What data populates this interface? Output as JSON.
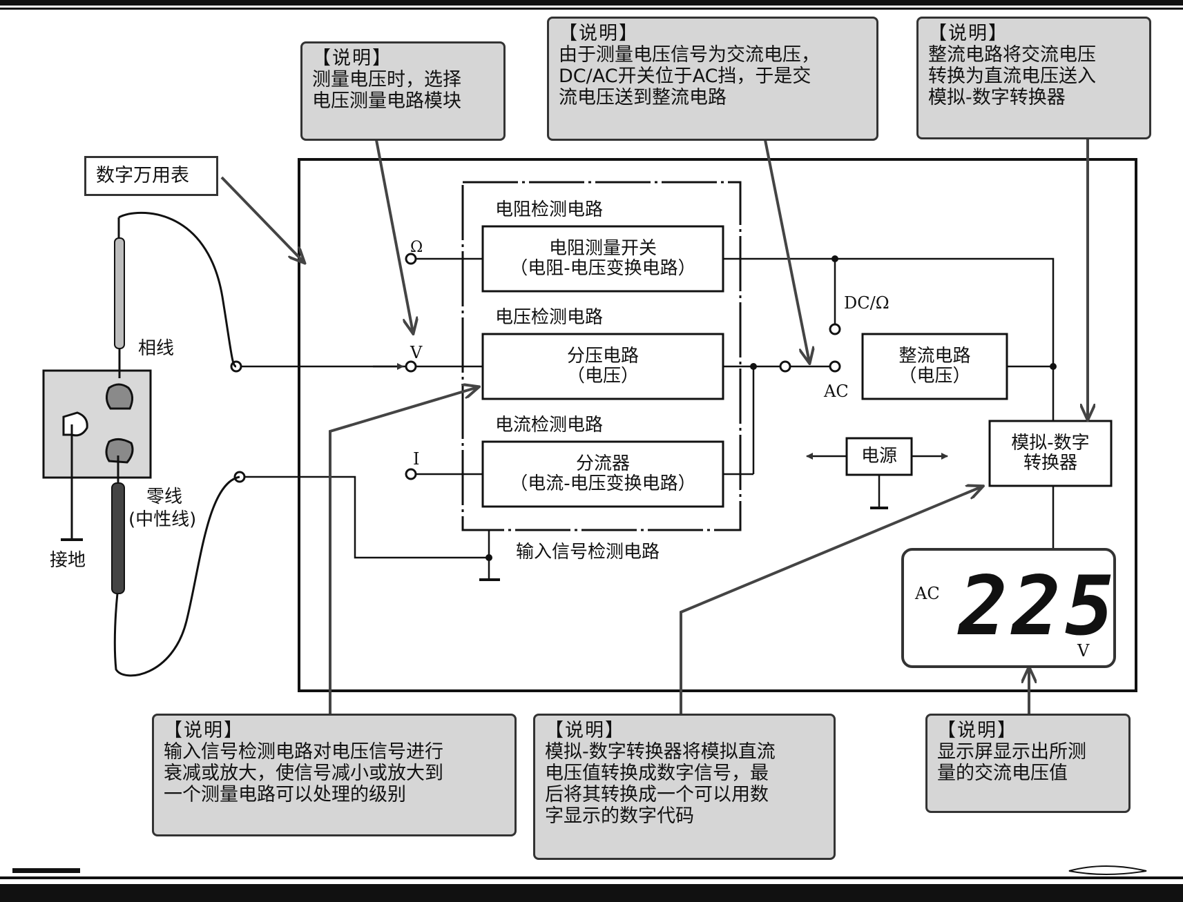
{
  "notes": {
    "n1": {
      "head": "【说明】",
      "lines": [
        "测量电压时，选择",
        "电压测量电路模块"
      ]
    },
    "n2": {
      "head": "【说明】",
      "lines": [
        "由于测量电压信号为交流电压，",
        "DC/AC开关位于AC挡，于是交",
        "流电压送到整流电路"
      ]
    },
    "n3": {
      "head": "【说明】",
      "lines": [
        "整流电路将交流电压",
        "转换为直流电压送入",
        "模拟-数字转换器"
      ]
    },
    "n4": {
      "head": "【说明】",
      "lines": [
        "输入信号检测电路对电压信号进行",
        "衰减或放大，使信号减小或放大到",
        "一个测量电路可以处理的级别"
      ]
    },
    "n5": {
      "head": "【说明】",
      "lines": [
        "模拟-数字转换器将模拟直流",
        "电压值转换成数字信号，最",
        "后将其转换成一个可以用数",
        "字显示的数字代码"
      ]
    },
    "n6": {
      "head": "【说明】",
      "lines": [
        "显示屏显示出所测",
        "量的交流电压值"
      ]
    }
  },
  "labels": {
    "meter": "数字万用表",
    "phase": "相线",
    "neutral_1": "零线",
    "neutral_2": "(中性线)",
    "ground": "接地",
    "ohm_terminal": "Ω",
    "v_terminal": "V",
    "i_terminal": "I",
    "resistance_group": "电阻检测电路",
    "voltage_group": "电压检测电路",
    "current_group": "电流检测电路",
    "input_detection": "输入信号检测电路",
    "dc_ohm": "DC/Ω",
    "ac_switch": "AC",
    "power": "电源"
  },
  "blocks": {
    "res_switch": [
      "电阻测量开关",
      "（电阻-电压变换电路）"
    ],
    "divider": [
      "分压电路",
      "（电压）"
    ],
    "shunt": [
      "分流器",
      "（电流-电压变换电路）"
    ],
    "rectifier": [
      "整流电路",
      "（电压）"
    ],
    "adc": [
      "模拟-数字",
      "转换器"
    ]
  },
  "display": {
    "mode": "AC",
    "reading": "225",
    "unit": "V"
  }
}
